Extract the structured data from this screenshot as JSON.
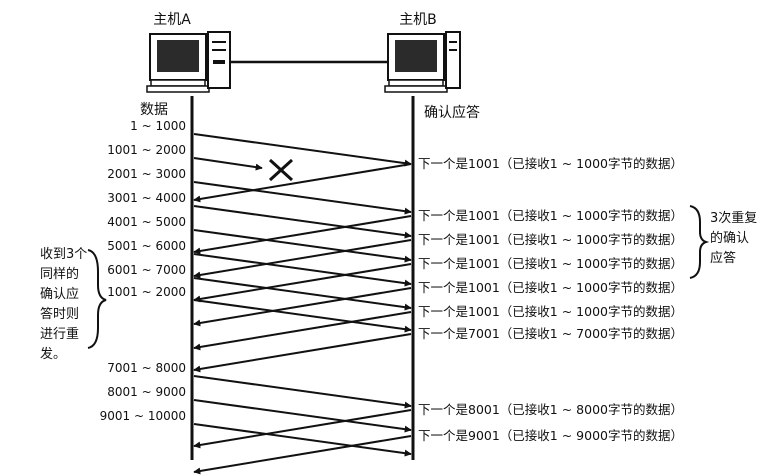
{
  "hosts": {
    "a": {
      "label": "主机A"
    },
    "b": {
      "label": "主机B"
    }
  },
  "columns": {
    "left_title": "数据",
    "right_title": "确认应答"
  },
  "segments": [
    {
      "label": "1 ~ 1000",
      "lost": false,
      "retransmit": false
    },
    {
      "label": "1001 ~ 2000",
      "lost": true,
      "retransmit": false
    },
    {
      "label": "2001 ~ 3000",
      "lost": false,
      "retransmit": false
    },
    {
      "label": "3001 ~ 4000",
      "lost": false,
      "retransmit": false
    },
    {
      "label": "4001 ~ 5000",
      "lost": false,
      "retransmit": false
    },
    {
      "label": "5001 ~ 6000",
      "lost": false,
      "retransmit": false
    },
    {
      "label": "6001 ~ 7000",
      "lost": false,
      "retransmit": false
    },
    {
      "label": "1001 ~ 2000",
      "lost": false,
      "retransmit": true
    },
    {
      "label": "7001 ~ 8000",
      "lost": false,
      "retransmit": false
    },
    {
      "label": "8001 ~ 9000",
      "lost": false,
      "retransmit": false
    },
    {
      "label": "9001 ~ 10000",
      "lost": false,
      "retransmit": false
    }
  ],
  "acks": [
    {
      "label": "下一个是1001（已接收1 ~ 1000字节的数据）"
    },
    {
      "label": "下一个是1001（已接收1 ~ 1000字节的数据）"
    },
    {
      "label": "下一个是1001（已接收1 ~ 1000字节的数据）"
    },
    {
      "label": "下一个是1001（已接收1 ~ 1000字节的数据）"
    },
    {
      "label": "下一个是1001（已接收1 ~ 1000字节的数据）"
    },
    {
      "label": "下一个是1001（已接收1 ~ 1000字节的数据）"
    },
    {
      "label": "下一个是7001（已接收1 ~ 7000字节的数据）"
    },
    {
      "label": "下一个是8001（已接收1 ~ 8000字节的数据）"
    },
    {
      "label": "下一个是9001（已接收1 ~ 9000字节的数据）"
    }
  ],
  "notes": {
    "left_lines": [
      "收到3个",
      "同样的",
      "确认应",
      "答时则",
      "进行重",
      "发。"
    ],
    "right_lines": [
      "3次重复",
      "的确认",
      "应答"
    ]
  },
  "colors": {
    "ink": "#111111",
    "screen": "#2b2b2b"
  }
}
